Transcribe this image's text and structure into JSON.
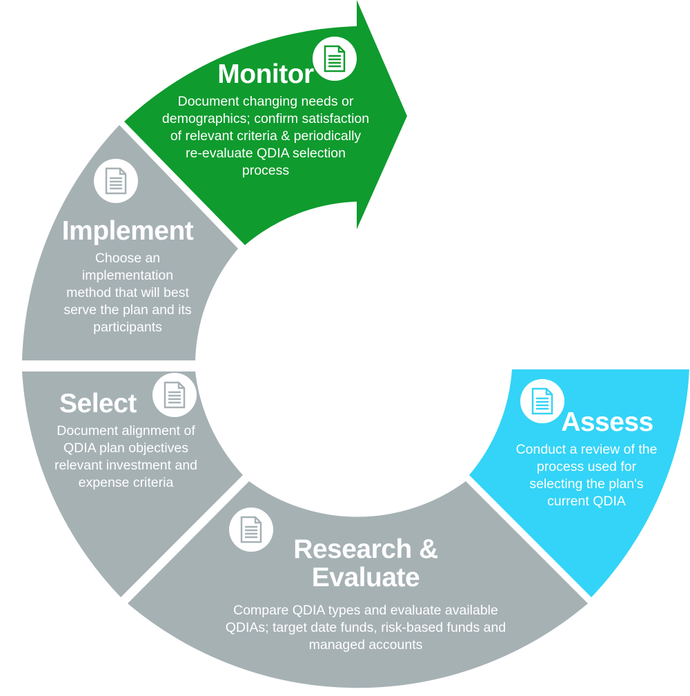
{
  "colors": {
    "gray": "#a6b1b4",
    "green": "#0f9b2e",
    "cyan": "#33d4f7",
    "white": "#ffffff"
  },
  "stages": {
    "monitor": {
      "title": "Monitor",
      "description": "Document changing needs or demographics; confirm satisfaction of relevant criteria & periodically re-evaluate QDIA selection process",
      "icon": "document-icon"
    },
    "implement": {
      "title": "Implement",
      "description": "Choose an implementation method that will best serve the plan and its participants",
      "icon": "document-icon"
    },
    "select": {
      "title": "Select",
      "description": "Document alignment of QDIA plan objectives relevant investment and expense criteria",
      "icon": "document-icon"
    },
    "research": {
      "title": "Research & Evaluate",
      "description": "Compare QDIA types and evaluate available QDIAs; target date funds, risk-based funds and managed accounts",
      "icon": "document-icon"
    },
    "assess": {
      "title": "Assess",
      "description": "Conduct a review of the process used for selecting the plan's current QDIA",
      "icon": "document-icon"
    }
  }
}
